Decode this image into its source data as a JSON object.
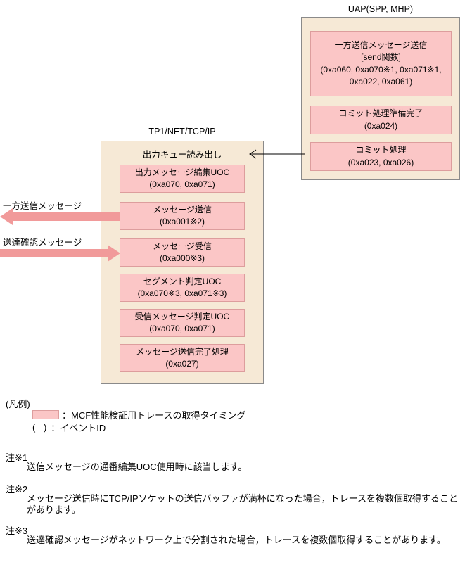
{
  "colors": {
    "panel_bg": "#f6e9d6",
    "panel_border": "#8a8a8a",
    "pink_bg": "#fbc6c6",
    "pink_border": "#dd9d9d",
    "arrow": "#f19a9a"
  },
  "uap": {
    "label": "UAP(SPP, MHP)",
    "boxes": [
      {
        "lines": [
          "一方送信メッセージ送信",
          "[send関数]",
          "(0xa060, 0xa070※1, 0xa071※1,",
          "0xa022, 0xa061)"
        ]
      },
      {
        "lines": [
          "コミット処理準備完了",
          "(0xa024)"
        ]
      },
      {
        "lines": [
          "コミット処理",
          "(0xa023, 0xa026)"
        ]
      }
    ]
  },
  "tp1": {
    "label": "TP1/NET/TCP/IP",
    "queue_title": "出力キュー読み出し",
    "boxes": [
      {
        "lines": [
          "出力メッセージ編集UOC",
          "(0xa070, 0xa071)"
        ]
      },
      {
        "lines": [
          "メッセージ送信",
          "(0xa001※2)"
        ]
      },
      {
        "lines": [
          "メッセージ受信",
          "(0xa000※3)"
        ]
      },
      {
        "lines": [
          "セグメント判定UOC",
          "(0xa070※3, 0xa071※3)"
        ]
      },
      {
        "lines": [
          "受信メッセージ判定UOC",
          "(0xa070, 0xa071)"
        ]
      },
      {
        "lines": [
          "メッセージ送信完了処理",
          "(0xa027)"
        ]
      }
    ]
  },
  "flows": {
    "send_label": "一方送信メッセージ",
    "ack_label": "送達確認メッセージ"
  },
  "legend": {
    "title": "(凡例)",
    "trace_label": "：MCF性能検証用トレースの取得タイミング",
    "event_symbol": "( )",
    "event_label": "：イベントID"
  },
  "notes": [
    {
      "ref": "注※1",
      "text": "送信メッセージの通番編集UOC使用時に該当します。"
    },
    {
      "ref": "注※2",
      "text": "メッセージ送信時にTCP/IPソケットの送信バッファが満杯になった場合，トレースを複数個取得することがあります。"
    },
    {
      "ref": "注※3",
      "text": "送達確認メッセージがネットワーク上で分割された場合，トレースを複数個取得することがあります。"
    }
  ]
}
